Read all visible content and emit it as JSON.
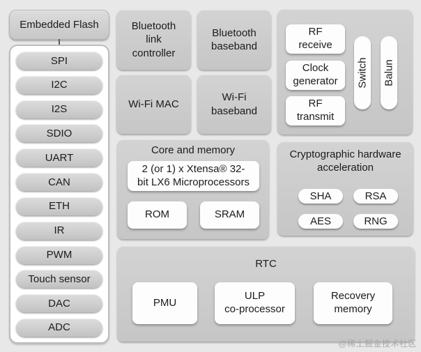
{
  "diagram": {
    "left": {
      "flash": "Embedded Flash",
      "peripherals": [
        "SPI",
        "I2C",
        "I2S",
        "SDIO",
        "UART",
        "CAN",
        "ETH",
        "IR",
        "PWM",
        "Touch sensor",
        "DAC",
        "ADC"
      ]
    },
    "radio": {
      "bluetooth_link_controller": "Bluetooth\nlink\ncontroller",
      "bluetooth_baseband": "Bluetooth\nbaseband",
      "wifi_mac": "Wi-Fi MAC",
      "wifi_baseband": "Wi-Fi\nbaseband"
    },
    "rf": {
      "receive": "RF\nreceive",
      "clock_generator": "Clock\ngenerator",
      "transmit": "RF\ntransmit",
      "switch": "Switch",
      "balun": "Balun"
    },
    "core": {
      "title": "Core and memory",
      "cpu": "2 (or 1) x Xtensa® 32-\nbit LX6 Microprocessors",
      "rom": "ROM",
      "sram": "SRAM"
    },
    "crypto": {
      "title": "Cryptographic hardware\nacceleration",
      "items": [
        "SHA",
        "RSA",
        "AES",
        "RNG"
      ]
    },
    "rtc": {
      "title": "RTC",
      "pmu": "PMU",
      "ulp": "ULP\nco-processor",
      "recovery": "Recovery\nmemory"
    },
    "watermark": "@稀土掘金技术社区",
    "colors": {
      "background": "#e9e8e8",
      "container_gray": "#c9c9c9",
      "block_white": "#fdfdfd",
      "text": "#1b1b1b"
    }
  }
}
